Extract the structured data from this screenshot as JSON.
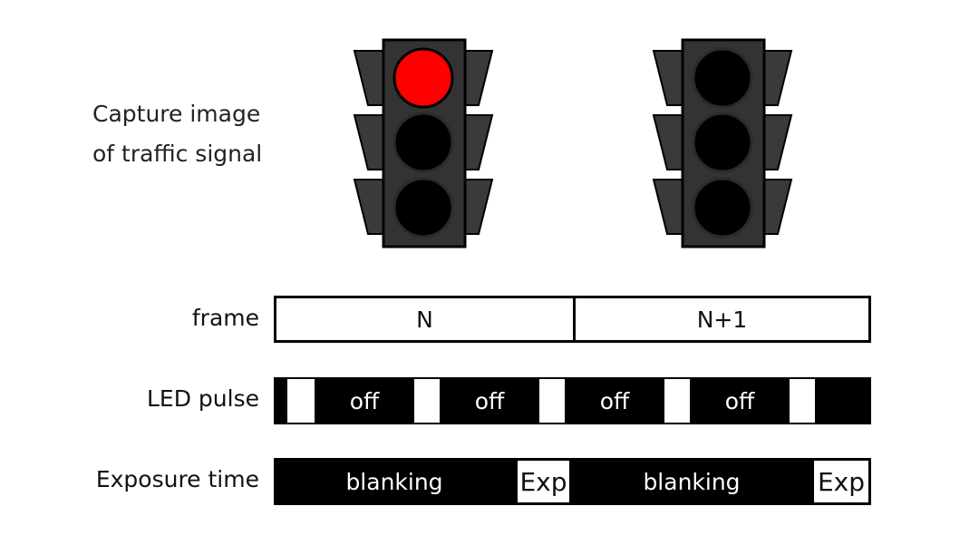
{
  "caption": {
    "line1": "Capture image",
    "line2": "of traffic signal"
  },
  "rows": {
    "frame": "frame",
    "led": "LED pulse",
    "exposure": "Exposure time"
  },
  "frames": [
    "N",
    "N+1"
  ],
  "led_off_labels": [
    "off",
    "off",
    "off",
    "off"
  ],
  "exposure": {
    "blanking": [
      "blanking",
      "blanking"
    ],
    "exp": [
      "Exp",
      "Exp"
    ]
  },
  "colors": {
    "red_lamp": "#ff0000",
    "dark_lamp": "#000000",
    "housing": "#333333",
    "bar": "#000000"
  },
  "traffic_lights": [
    {
      "lamps": [
        "red",
        "off",
        "off"
      ]
    },
    {
      "lamps": [
        "off",
        "off",
        "off"
      ]
    }
  ]
}
